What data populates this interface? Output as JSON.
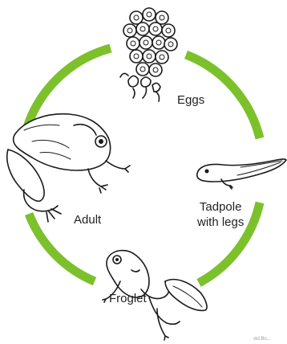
{
  "colors": {
    "cycle_arc": "#7cc12c",
    "outline": "#1a1a1a",
    "background": "#ffffff"
  },
  "stages": [
    {
      "id": "eggs",
      "label": "Eggs"
    },
    {
      "id": "tadpole",
      "label": "Tadpole\nwith legs"
    },
    {
      "id": "froglet",
      "label": "Froglet"
    },
    {
      "id": "adult",
      "label": "Adult"
    }
  ],
  "watermark": "vid.Bo..."
}
